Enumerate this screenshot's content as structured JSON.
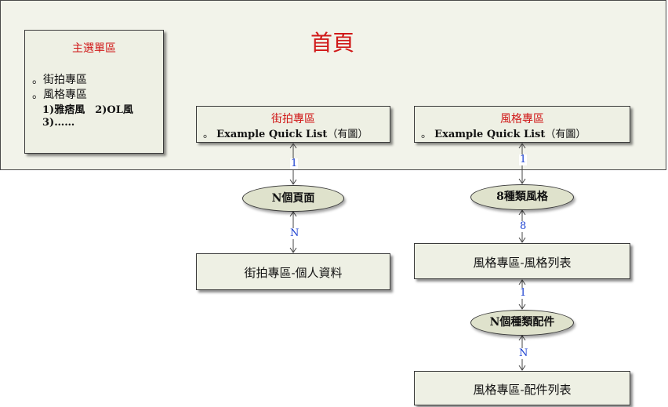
{
  "page_title": "首頁",
  "main_menu": {
    "title": "主選單區",
    "items": [
      "。街拍專區",
      "。風格專區"
    ],
    "subitems": [
      "1)雅痞風　2)OL風",
      "3)……"
    ]
  },
  "street_panel": {
    "title": "街拍專區",
    "item_bullet": "。",
    "item_text": "Example Quick List",
    "item_suffix": "（有圖）"
  },
  "style_panel": {
    "title": "風格專區",
    "item_bullet": "。",
    "item_text": "Example Quick List",
    "item_suffix": "（有圖）"
  },
  "nodes": {
    "n_pages": "N個頁面",
    "street_profile": "街拍專區-個人資料",
    "eight_styles": "8種類風格",
    "style_list": "風格專區-風格列表",
    "n_accessory_types": "N個種類配件",
    "accessory_list": "風格專區-配件列表"
  },
  "edge_labels": {
    "street_to_pages": "1",
    "pages_to_profile": "N",
    "style_to_eight": "1",
    "eight_to_list": "8",
    "list_to_accessory": "1",
    "accessory_to_list": "N"
  },
  "colors": {
    "title_red": "#d01818",
    "label_blue": "#1a3fd0",
    "box_fill": "#eef0e4",
    "ellipse_fill": "#dfe2cc"
  }
}
